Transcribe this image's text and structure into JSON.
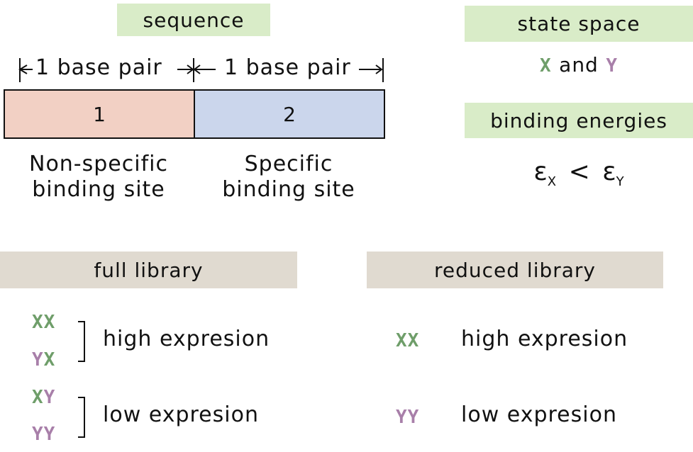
{
  "colors": {
    "x_green": "#6f9e6a",
    "y_purple": "#a87fa9",
    "site1": "#f2d0c4",
    "site2": "#cbd6ec",
    "hdr_green": "#d9ecc8",
    "hdr_tan": "#e0dad0"
  },
  "sequence": {
    "header": "sequence",
    "bp1": "1 base pair",
    "bp2": "1 base pair",
    "site1_num": "1",
    "site2_num": "2",
    "site1_label_line1": "Non-specific",
    "site1_label_line2": "binding site",
    "site2_label_line1": "Specific",
    "site2_label_line2": "binding site"
  },
  "state_space": {
    "header": "state space",
    "x": "X",
    "and": "and",
    "y": "Y"
  },
  "binding_energies": {
    "header": "binding energies",
    "eps": "ε",
    "sub_x": "X",
    "lt": "<",
    "sub_y": "Y"
  },
  "full_library": {
    "header": "full library",
    "high_label": "high expresion",
    "low_label": "low expresion"
  },
  "reduced_library": {
    "header": "reduced library",
    "seq_high": "XX",
    "high_label": "high expresion",
    "seq_low": "YY",
    "low_label": "low expresion"
  }
}
